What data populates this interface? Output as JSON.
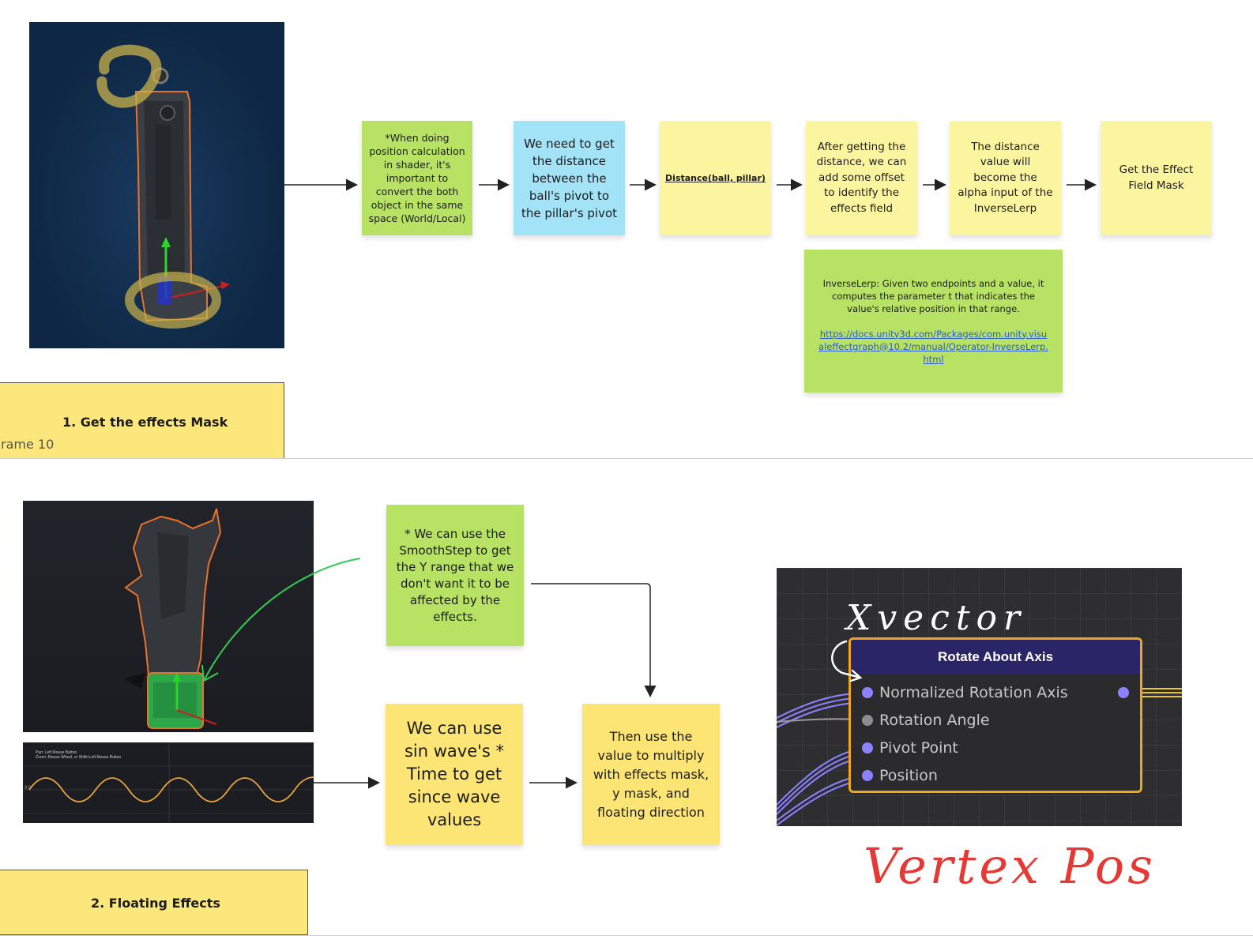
{
  "section1": {
    "label": "1. Get the effects Mask",
    "frame_label": "rame 10",
    "notes": [
      "*When doing position calculation in shader, it's important to convert the both object in the same space (World/Local)",
      "We need to get the distance between the ball's pivot to the pillar's pivot",
      "Distance(ball, pillar)",
      "After getting the distance, we can add some offset to identify the effects field",
      "The distance value will become the alpha input of the InverseLerp",
      "Get the Effect Field Mask"
    ],
    "inverselerp_note": {
      "text": "InverseLerp: Given two endpoints and a value, it computes the parameter t that indicates the value's relative position in that range.",
      "link": "https://docs.unity3d.com/Packages/com.unity.visualeffectgraph@10.2/manual/Operator-InverseLerp.html"
    }
  },
  "section2": {
    "label": "2. Floating Effects",
    "notes": {
      "smoothstep": "* We can use the SmoothStep to get the Y range that we don't want it to be affected by the effects.",
      "sinwave": "We can use sin wave's * Time to get since wave values",
      "multiply": "Then use the value to multiply with effects mask, y mask, and floating direction"
    },
    "graph_hint_1": "Pan: Left Mouse Button",
    "graph_hint_2": "Zoom: Mouse Wheel, or Shift+Left Mouse Button",
    "graph_axis_label": "0.0",
    "node": {
      "title": "Rotate About Axis",
      "ports": [
        "Normalized Rotation Axis",
        "Rotation Angle",
        "Pivot Point",
        "Position"
      ]
    },
    "handwriting": {
      "top": "Xvector",
      "bottom": "Vertex Pos"
    }
  },
  "colors": {
    "green_note": "#b8e264",
    "blue_note": "#a3e3f7",
    "light_yellow_note": "#fcf5a0",
    "yellow_note": "#fce575",
    "node_header": "#2a2566",
    "node_outline": "#f0a51e",
    "port_color": "#8a82ff",
    "handwriting_red": "#e53935",
    "scene_bg": "#0e2744"
  }
}
